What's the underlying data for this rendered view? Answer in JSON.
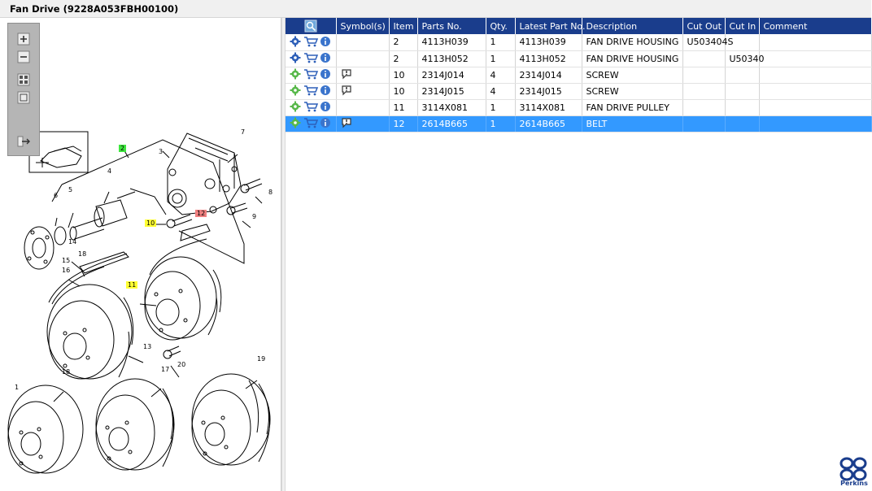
{
  "window": {
    "title": "Fan Drive (9228A053FBH00100)"
  },
  "zoom_toolbar": {
    "buttons": [
      {
        "name": "zoom-in-button",
        "icon": "zoom-in-icon"
      },
      {
        "name": "zoom-out-button",
        "icon": "zoom-out-icon"
      },
      {
        "name": "fit-all-button",
        "icon": "fit-all-icon"
      },
      {
        "name": "fit-window-button",
        "icon": "fit-window-icon"
      },
      {
        "name": "export-button",
        "icon": "export-icon"
      }
    ]
  },
  "diagram": {
    "callouts": [
      "2",
      "3",
      "4",
      "5",
      "6",
      "7",
      "8",
      "9",
      "10",
      "12",
      "11",
      "13",
      "14",
      "15",
      "16",
      "18",
      "17",
      "19",
      "20",
      "1",
      "18"
    ]
  },
  "table": {
    "columns": [
      "",
      "Symbol(s)",
      "Item",
      "Parts No.",
      "Qty.",
      "Latest Part No.",
      "Description",
      "Cut Out",
      "Cut In",
      "Comment"
    ],
    "rows": [
      {
        "item": "2",
        "parts_no": "4113H039",
        "qty": "1",
        "latest": "4113H039",
        "desc": "FAN DRIVE HOUSING",
        "cut_out": "U503404S",
        "cut_in": "",
        "comment": "",
        "symbol": "",
        "gear": "blue-gear",
        "selected": false
      },
      {
        "item": "2",
        "parts_no": "4113H052",
        "qty": "1",
        "latest": "4113H052",
        "desc": "FAN DRIVE HOUSING",
        "cut_out": "",
        "cut_in": "U50340",
        "comment": "",
        "symbol": "",
        "gear": "blue-gear",
        "selected": false
      },
      {
        "item": "10",
        "parts_no": "2314J014",
        "qty": "4",
        "latest": "2314J014",
        "desc": "SCREW",
        "cut_out": "",
        "cut_in": "",
        "comment": "",
        "symbol": "comment-bubble",
        "gear": "green-gear",
        "selected": false
      },
      {
        "item": "10",
        "parts_no": "2314J015",
        "qty": "4",
        "latest": "2314J015",
        "desc": "SCREW",
        "cut_out": "",
        "cut_in": "",
        "comment": "",
        "symbol": "comment-bubble",
        "gear": "green-gear",
        "selected": false
      },
      {
        "item": "11",
        "parts_no": "3114X081",
        "qty": "1",
        "latest": "3114X081",
        "desc": "FAN DRIVE PULLEY",
        "cut_out": "",
        "cut_in": "",
        "comment": "",
        "symbol": "",
        "gear": "green-gear",
        "selected": false
      },
      {
        "item": "12",
        "parts_no": "2614B665",
        "qty": "1",
        "latest": "2614B665",
        "desc": "BELT",
        "cut_out": "",
        "cut_in": "",
        "comment": "",
        "symbol": "comment-bubble",
        "gear": "green-gear",
        "selected": true
      }
    ]
  },
  "brand": {
    "name": "Perkins",
    "color": "#1a3d8c"
  },
  "colors": {
    "header_bg": "#1a3d8c",
    "selected_row": "#3399ff"
  }
}
